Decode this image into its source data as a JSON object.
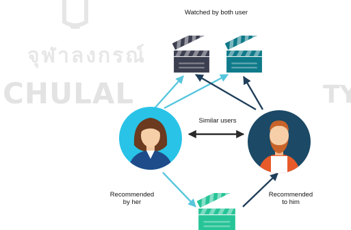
{
  "watermark": {
    "thai": "จุฬาลงกรณ์",
    "latin_left": "CHULAL",
    "latin_right": "TY"
  },
  "labels": {
    "watched_by_both": "Watched by both user",
    "similar_users": "Similar users",
    "recommended_by_her": [
      "Recommended",
      "by her"
    ],
    "recommended_to_him": [
      "Recommended",
      "to him"
    ]
  },
  "colors": {
    "cyan": "#57c6dd",
    "dark_navy": "#1f3e5a",
    "clapper_navy": "#3c3f50",
    "clapper_teal": "#0f7a89",
    "clapper_green": "#26c497",
    "user_female_bg": "#29c3e7",
    "user_male_bg": "#1b4966"
  },
  "icons": [
    "clapperboard-icon",
    "female-user-icon",
    "male-user-icon"
  ]
}
